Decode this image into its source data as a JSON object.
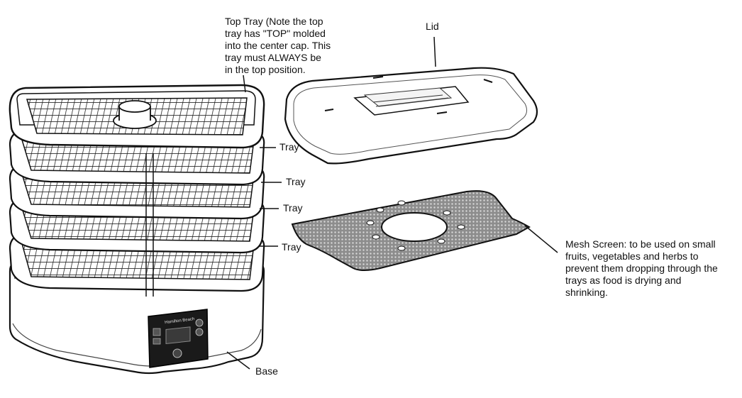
{
  "callouts": {
    "top_tray": {
      "line1": "Top Tray (Note the top",
      "line2": "tray has \"TOP\" molded",
      "line3": "into the center cap. This",
      "line4": "tray must ALWAYS be",
      "line5": "in the top position."
    },
    "lid": "Lid",
    "tray_1": "Tray",
    "tray_2": "Tray",
    "tray_3": "Tray",
    "tray_4": "Tray",
    "mesh_screen": {
      "line1": "Mesh Screen: to be used on small",
      "line2": "fruits, vegetables and herbs to",
      "line3": "prevent them dropping through the",
      "line4": "trays as food is drying and",
      "line5": "shrinking."
    },
    "base": "Base"
  },
  "control_panel": {
    "brand": "Hamilton Beach"
  }
}
